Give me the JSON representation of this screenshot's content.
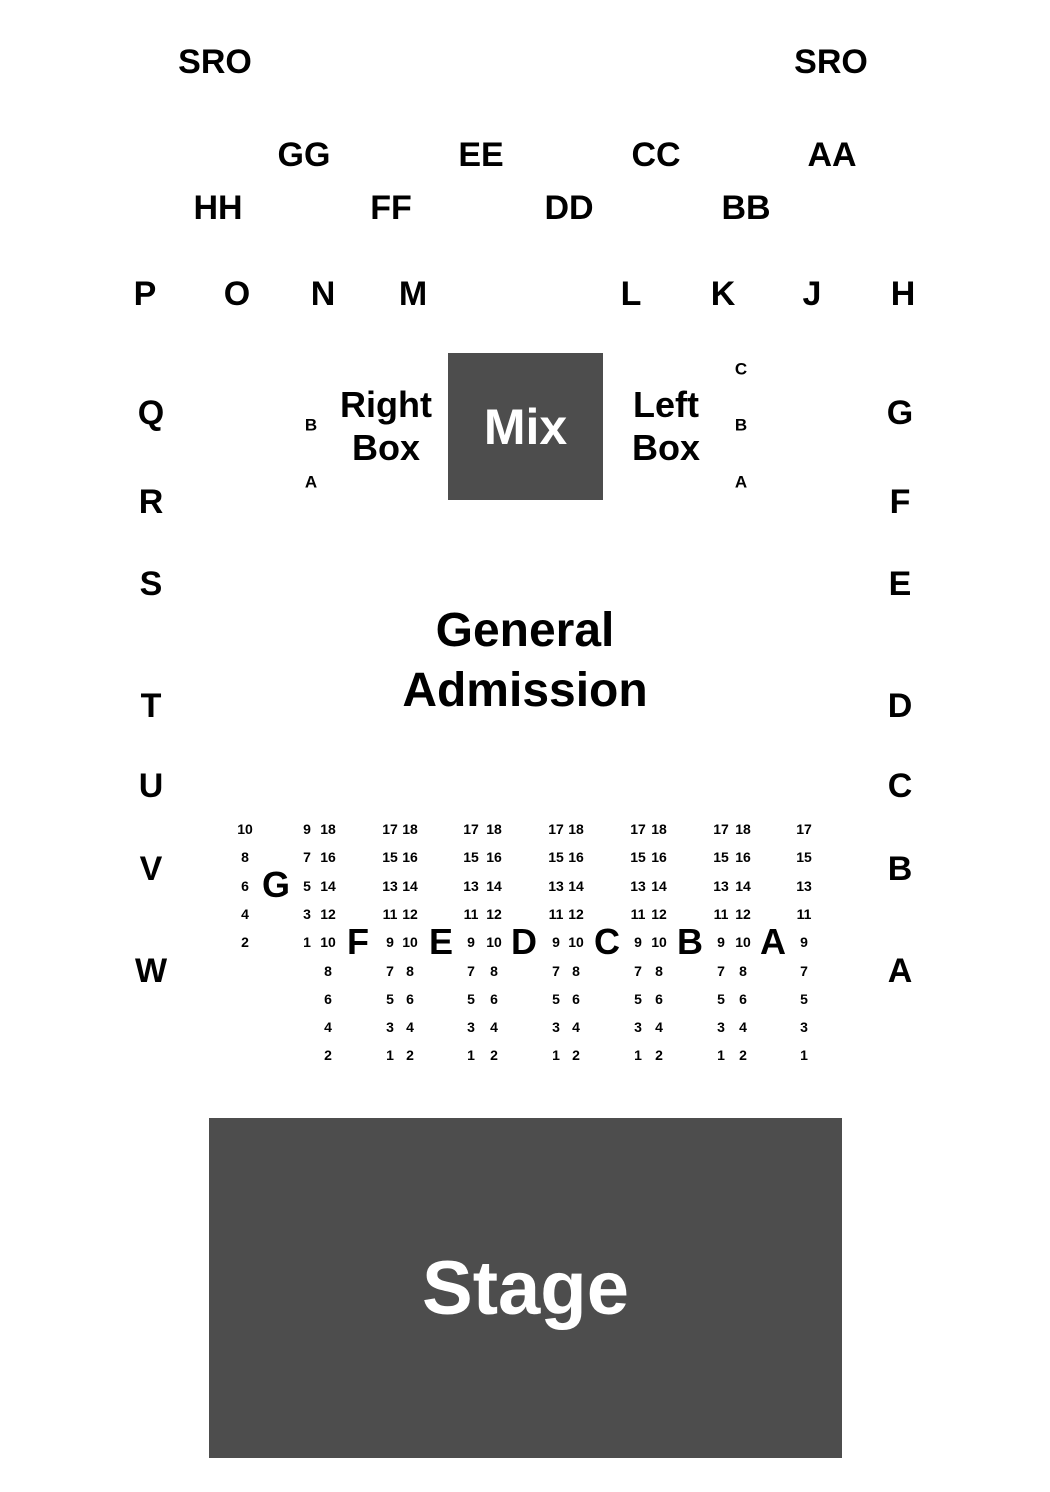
{
  "sro": {
    "left": "SRO",
    "right": "SRO"
  },
  "upper_rows": {
    "gg": "GG",
    "ee": "EE",
    "cc": "CC",
    "aa": "AA",
    "hh": "HH",
    "ff": "FF",
    "dd": "DD",
    "bb": "BB"
  },
  "top_sections": {
    "p": "P",
    "o": "O",
    "n": "N",
    "m": "M",
    "l": "L",
    "k": "K",
    "j": "J",
    "h": "H"
  },
  "left_sections": {
    "q": "Q",
    "r": "R",
    "s": "S",
    "t": "T",
    "u": "U",
    "v": "V",
    "w": "W"
  },
  "right_sections": {
    "g": "G",
    "f": "F",
    "e": "E",
    "d": "D",
    "c": "C",
    "b": "B",
    "a": "A"
  },
  "right_box": {
    "line1": "Right",
    "line2": "Box",
    "rows": [
      "B",
      "A"
    ]
  },
  "left_box": {
    "line1": "Left",
    "line2": "Box",
    "rows": [
      "C",
      "B",
      "A"
    ]
  },
  "mix": "Mix",
  "general_admission": {
    "line1": "General",
    "line2": "Admission"
  },
  "stage": "Stage",
  "floor_sections": {
    "g": "G",
    "f": "F",
    "e": "E",
    "d": "D",
    "c": "C",
    "b": "B",
    "a": "A"
  },
  "seat_columns": {
    "g_outer": [
      "10",
      "8",
      "6",
      "4",
      "2"
    ],
    "g_inner": [
      "9",
      "7",
      "5",
      "3",
      "1"
    ],
    "f_right": [
      "18",
      "16",
      "14",
      "12",
      "10",
      "8",
      "6",
      "4",
      "2"
    ],
    "odd_center": [
      "17",
      "15",
      "13",
      "11",
      "9",
      "7",
      "5",
      "3",
      "1"
    ],
    "even_center": [
      "18",
      "16",
      "14",
      "12",
      "10",
      "8",
      "6",
      "4",
      "2"
    ],
    "a_right": [
      "17",
      "15",
      "13",
      "11",
      "9",
      "7",
      "5",
      "3",
      "1"
    ]
  }
}
